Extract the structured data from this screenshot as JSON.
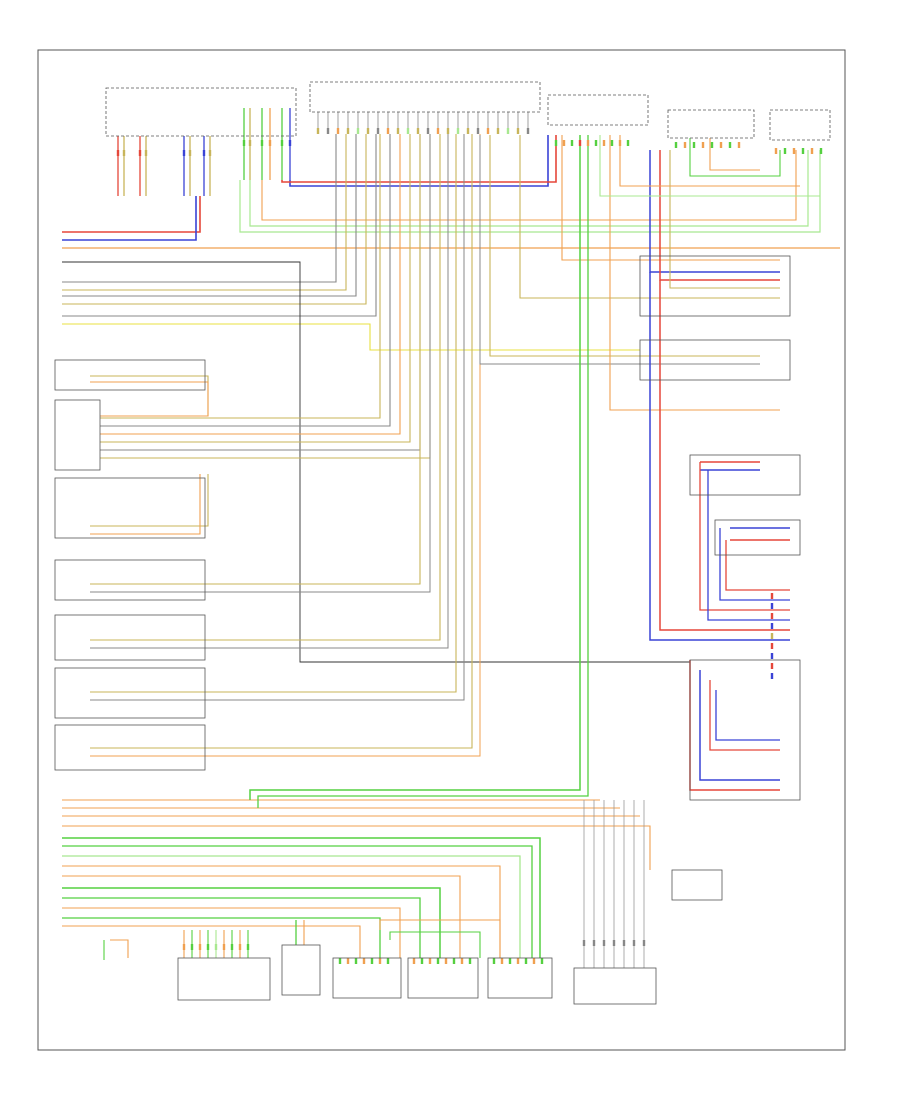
{
  "page_id": "",
  "colors": {
    "frame": "#555555",
    "red": "#e5473a",
    "blue": "#3a43d6",
    "green": "#55d040",
    "olive": "#c8b55a",
    "orange": "#f0a050",
    "lightgreen": "#a8e890",
    "gray": "#888888",
    "yellow": "#e8e040",
    "black": "#333333"
  },
  "components": [
    {
      "name": "top-left-module",
      "label": ""
    },
    {
      "name": "left-side-sam",
      "label": ""
    },
    {
      "name": "right-front-sam",
      "label": ""
    },
    {
      "name": "right-sam-assy",
      "label": ""
    },
    {
      "name": "right-rear-module",
      "label": ""
    },
    {
      "name": "left-sensor-1",
      "label": ""
    },
    {
      "name": "left-sensor-2",
      "label": ""
    },
    {
      "name": "left-sensor-3",
      "label": ""
    },
    {
      "name": "left-sensor-4",
      "label": ""
    },
    {
      "name": "left-sensor-5",
      "label": ""
    },
    {
      "name": "left-sensor-6",
      "label": ""
    },
    {
      "name": "left-sensor-7",
      "label": ""
    },
    {
      "name": "right-module-1",
      "label": ""
    },
    {
      "name": "right-module-2",
      "label": ""
    },
    {
      "name": "right-module-3",
      "label": ""
    },
    {
      "name": "right-module-4",
      "label": ""
    },
    {
      "name": "right-module-5",
      "label": ""
    },
    {
      "name": "bottom-conn-1",
      "label": ""
    },
    {
      "name": "bottom-conn-2",
      "label": ""
    },
    {
      "name": "bottom-conn-3",
      "label": ""
    },
    {
      "name": "bottom-conn-4",
      "label": ""
    },
    {
      "name": "bottom-conn-5",
      "label": ""
    },
    {
      "name": "bottom-conn-6",
      "label": ""
    },
    {
      "name": "bottom-conn-7",
      "label": ""
    }
  ]
}
